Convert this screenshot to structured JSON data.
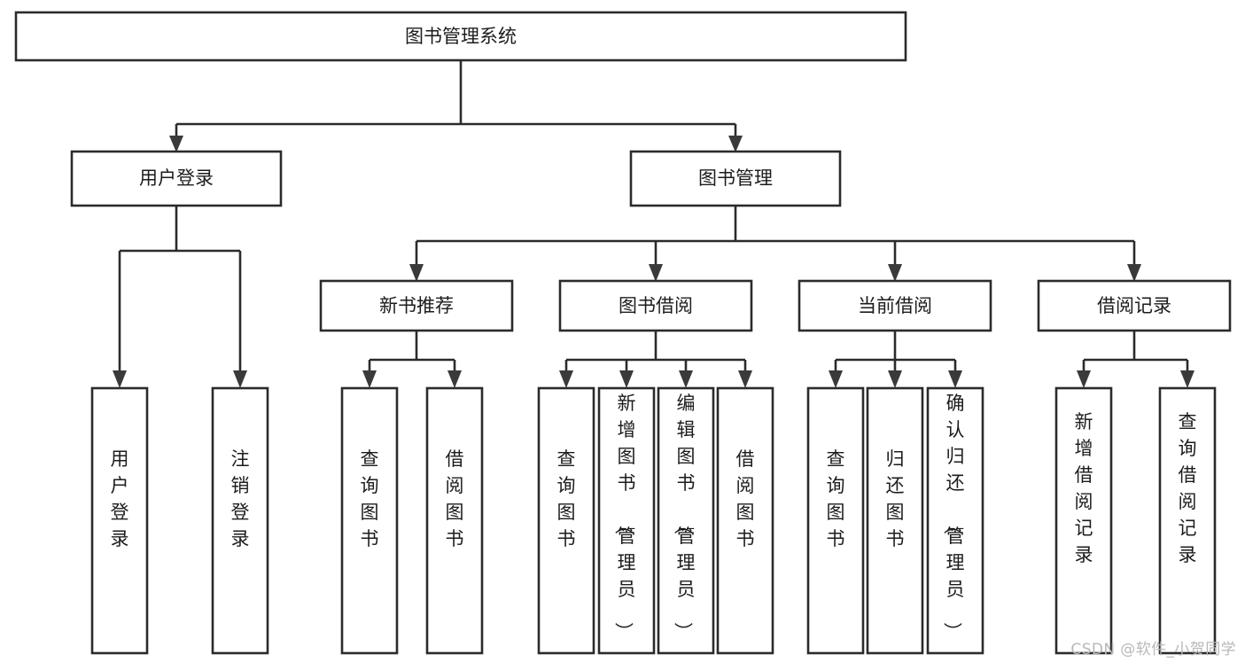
{
  "diagram": {
    "type": "tree-hierarchy-flowchart",
    "root": {
      "id": "root",
      "label": "图书管理系统"
    },
    "level1": [
      {
        "id": "user-login",
        "label": "用户登录"
      },
      {
        "id": "book-manage",
        "label": "图书管理"
      }
    ],
    "level2": [
      {
        "id": "new-book-rec",
        "label": "新书推荐",
        "parent": "book-manage"
      },
      {
        "id": "book-borrow",
        "label": "图书借阅",
        "parent": "book-manage"
      },
      {
        "id": "current-borrow",
        "label": "当前借阅",
        "parent": "book-manage"
      },
      {
        "id": "borrow-record",
        "label": "借阅记录",
        "parent": "book-manage"
      }
    ],
    "leaves": [
      {
        "id": "leaf-user-login",
        "label": "用户登录",
        "parent": "user-login"
      },
      {
        "id": "leaf-logout-login",
        "label": "注销登录",
        "parent": "user-login"
      },
      {
        "id": "leaf-query-book-1",
        "label": "查询图书",
        "parent": "new-book-rec"
      },
      {
        "id": "leaf-borrow-book-1",
        "label": "借阅图书",
        "parent": "new-book-rec"
      },
      {
        "id": "leaf-query-book-2",
        "label": "查询图书",
        "parent": "book-borrow"
      },
      {
        "id": "leaf-add-book",
        "label": "新增图书（管理员）",
        "parent": "book-borrow"
      },
      {
        "id": "leaf-edit-book",
        "label": "编辑图书（管理员）",
        "parent": "book-borrow"
      },
      {
        "id": "leaf-borrow-book-2",
        "label": "借阅图书",
        "parent": "book-borrow"
      },
      {
        "id": "leaf-query-book-3",
        "label": "查询图书",
        "parent": "current-borrow"
      },
      {
        "id": "leaf-return-book",
        "label": "归还图书",
        "parent": "current-borrow"
      },
      {
        "id": "leaf-confirm-return",
        "label": "确认归还（管理员）",
        "parent": "current-borrow"
      },
      {
        "id": "leaf-add-record",
        "label": "新增借阅记录",
        "parent": "borrow-record"
      },
      {
        "id": "leaf-query-record",
        "label": "查询借阅记录",
        "parent": "borrow-record"
      }
    ],
    "colors": {
      "background": "#ffffff",
      "box_fill": "#ffffff",
      "box_stroke": "#2b2b2b",
      "text": "#1c1c1c",
      "watermark": "#b8b8b8"
    }
  },
  "watermark": {
    "text": "CSDN @软件_小贺同学"
  }
}
